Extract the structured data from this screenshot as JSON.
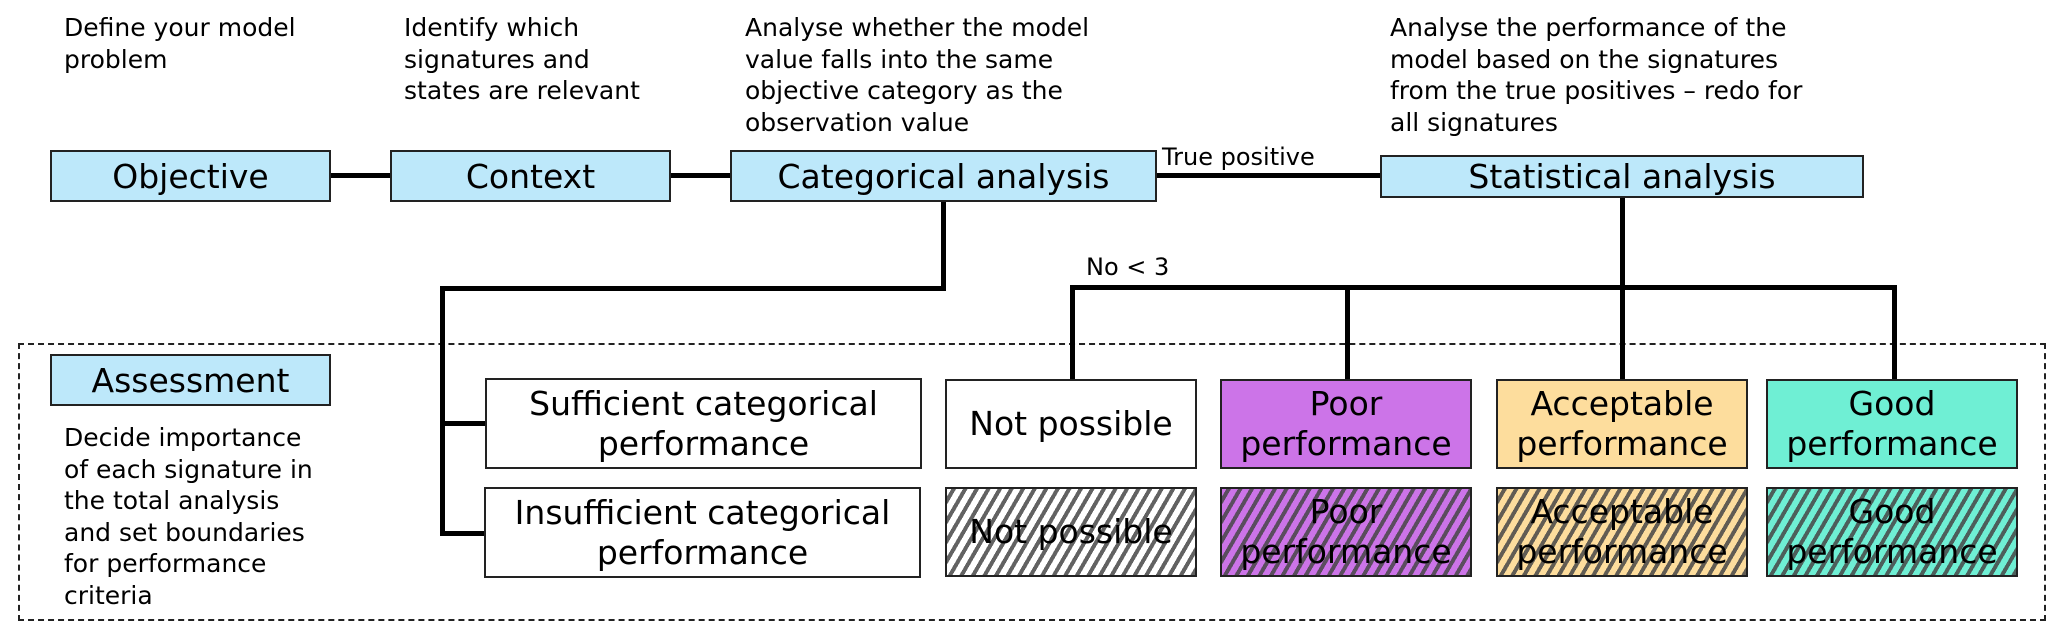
{
  "stages": {
    "objective": {
      "label": "Objective",
      "description": "Define your model\nproblem"
    },
    "context": {
      "label": "Context",
      "description": "Identify which\nsignatures and\nstates are relevant"
    },
    "categorical": {
      "label": "Categorical analysis",
      "description": "Analyse whether the model\nvalue falls into the same\nobjective category as the\nobservation value"
    },
    "statistical": {
      "label": "Statistical analysis",
      "description": "Analyse the performance of the\nmodel based on the signatures\nfrom the true positives – redo for\nall signatures"
    },
    "assessment": {
      "label": "Assessment",
      "description": "Decide importance\nof each signature in\nthe total analysis\nand set boundaries\nfor performance\ncriteria"
    }
  },
  "edge_labels": {
    "true_positive": "True positive",
    "no_lt_3": "No < 3"
  },
  "outcomes": {
    "sufficient": "Sufficient categorical\nperformance",
    "insufficient": "Insufficient categorical\nperformance",
    "sufficient_row": [
      {
        "label": "Not possible",
        "color": "#ffffff"
      },
      {
        "label": "Poor\nperformance",
        "color": "#cc74e8"
      },
      {
        "label": "Acceptable\nperformance",
        "color": "#fddd9d"
      },
      {
        "label": "Good\nperformance",
        "color": "#6fefd4"
      }
    ],
    "insufficient_row": [
      {
        "label": "Not possible",
        "color": "#ffffff"
      },
      {
        "label": "Poor\nperformance",
        "color": "#cc74e8"
      },
      {
        "label": "Acceptable\nperformance",
        "color": "#fddd9d"
      },
      {
        "label": "Good\nperformance",
        "color": "#6fefd4"
      }
    ]
  }
}
